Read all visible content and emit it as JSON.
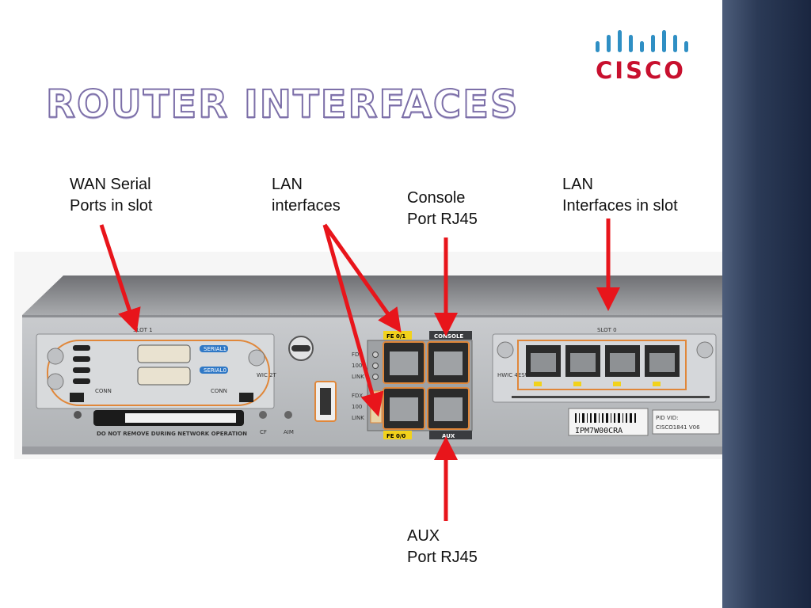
{
  "slide": {
    "title": "ROUTER INTERFACES",
    "brand": "CISCO"
  },
  "labels": {
    "wan_serial": "WAN Serial\nPorts in slot",
    "lan_interfaces": "LAN\ninterfaces",
    "console_port": "Console\nPort RJ45",
    "lan_slot": "LAN\nInterfaces in slot",
    "aux_port": "AUX\nPort RJ45"
  },
  "router": {
    "slot1": "SLOT 1",
    "slot0": "SLOT 0",
    "serial1": "SERIAL1",
    "serial0": "SERIAL0",
    "conn": "CONN",
    "wic": "WIC 2T",
    "fe01": "FE 0/1",
    "fe00": "FE 0/0",
    "console": "CONSOLE",
    "aux": "AUX",
    "hwic": "HWIC 4ESW",
    "warning": "DO NOT REMOVE DURING NETWORK OPERATION",
    "serial_tag": "IPM7W00CRA",
    "cf": "CF",
    "aim": "AIM",
    "fdx": "FDX",
    "speed": "100",
    "link": "LINK",
    "pid": "PID VID:",
    "model_code": "CISCO1841 V06"
  },
  "colors": {
    "arrow": "#e8151b",
    "title_outline": "#7c6fa8",
    "brand": "#c8102e",
    "sidebar": "#2b3a56",
    "highlight": "#e0873a",
    "port_label": "#f2d21b"
  }
}
